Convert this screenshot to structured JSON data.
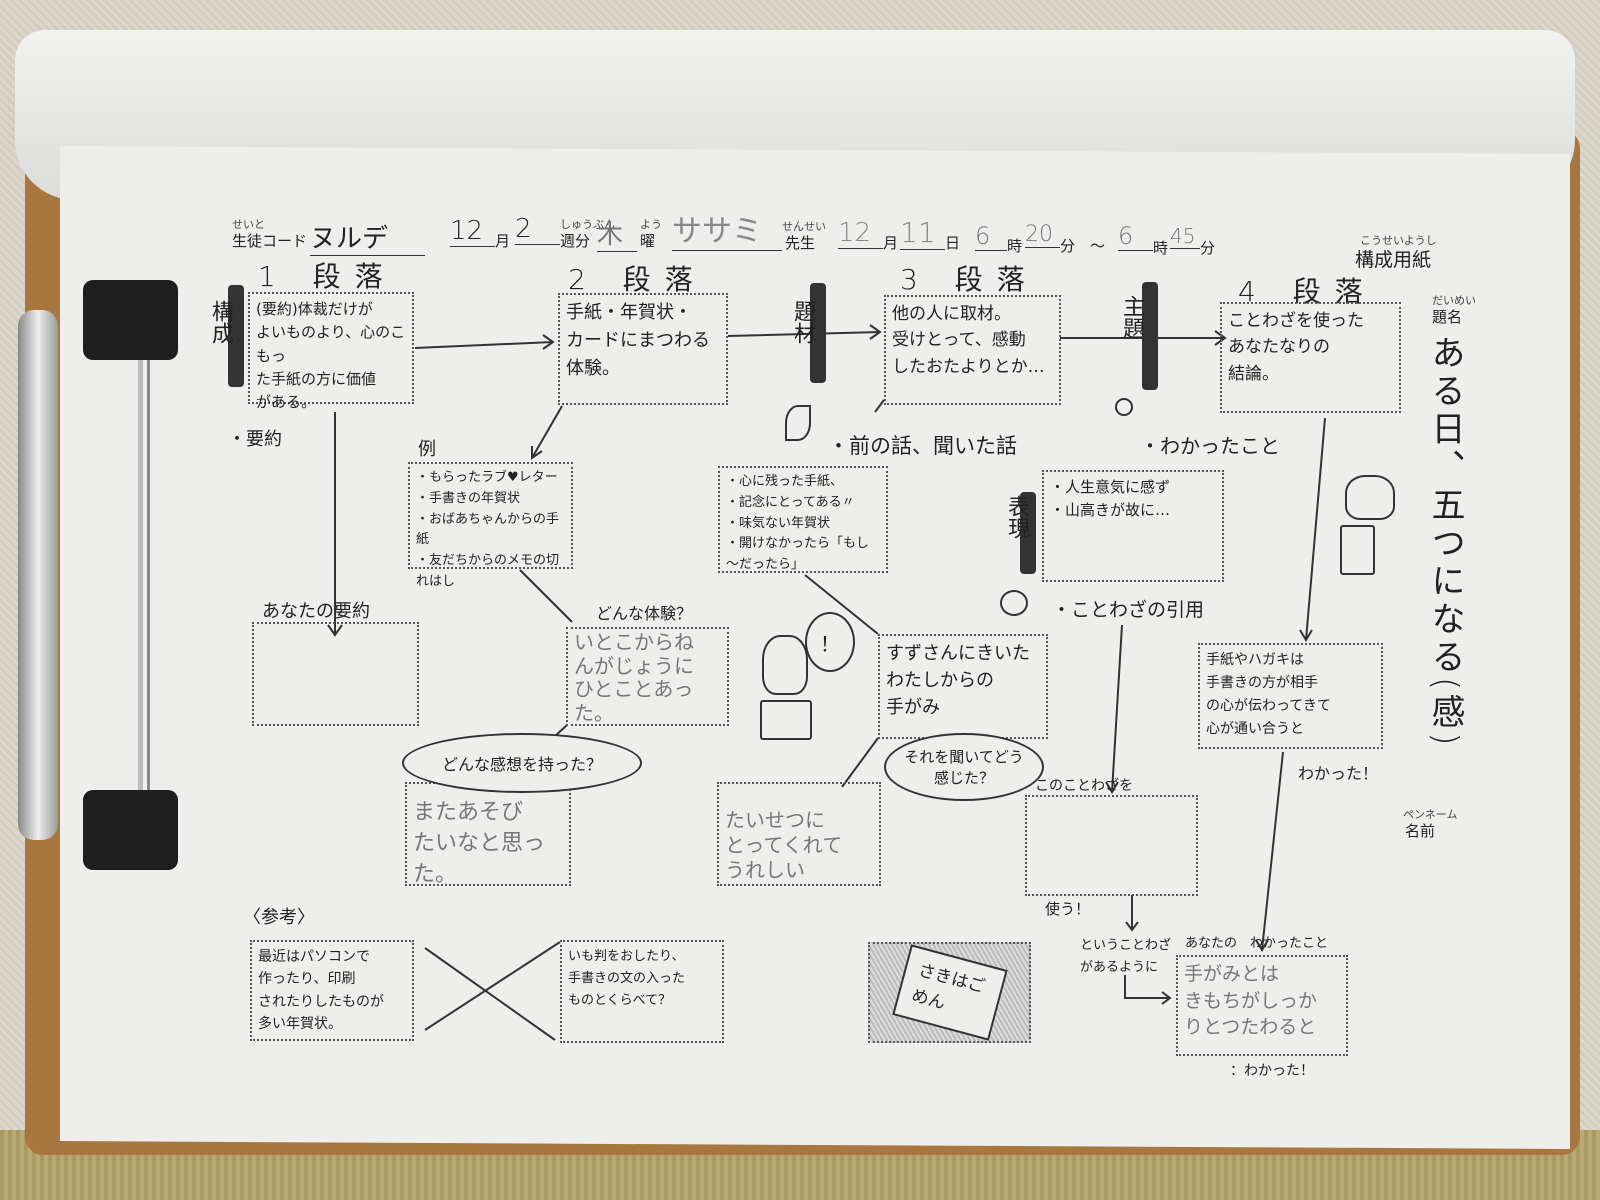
{
  "header": {
    "student_code_ruby": "せいと",
    "student_code_label": "生徒コード",
    "student_code_value": "ヌルデ",
    "month_value": "12",
    "month_label": "月",
    "week_value": "2",
    "week_ruby": "しゅうぶん",
    "week_label": "週分",
    "weekday_value": "木",
    "weekday_ruby": "よう",
    "weekday_label": "曜",
    "teacher_value": "ササミ",
    "teacher_ruby": "せんせい",
    "teacher_label": "先生",
    "date_month": "12",
    "date_month_label": "月",
    "date_day": "11",
    "date_day_label": "日",
    "start_hour": "6",
    "hour_label": "時",
    "start_min": "20",
    "min_label": "分",
    "tilde": "～",
    "end_hour": "6",
    "end_min": "45",
    "sheet_ruby": "こうせいようし",
    "sheet_title": "構成用紙"
  },
  "paragraphs": [
    {
      "heading": "1 段落",
      "text": "(要約)体裁だけが\nよいものより、心のこもっ\nた手紙の方に価値\nがある。"
    },
    {
      "heading": "2 段落",
      "text": "手紙・年賀状・\nカードにまつわる\n体験。"
    },
    {
      "heading": "3 段落",
      "text": "他の人に取材。\n受けとって、感動\nしたおたよりとか…"
    },
    {
      "heading": "4 段落",
      "text": "ことわざを使った\nあなたなりの\n結論。"
    }
  ],
  "tags": {
    "kousei": "構成",
    "daizai": "題材",
    "shudai": "主題",
    "hyougen": "表現"
  },
  "title_block": {
    "ruby": "だいめい",
    "label": "題名",
    "value": "ある日、五つになる(感)"
  },
  "labels": {
    "summary": "・要約",
    "example": "例",
    "prev_story": "・前の話、聞いた話",
    "learned": "・わかったこと",
    "proverb_quote": "・ことわざの引用",
    "your_summary": "あなたの要約",
    "what_experience": "どんな体験？",
    "reference": "〈参考〉",
    "this_proverb": "このことわざを",
    "use": "使う！",
    "like_proverb": "ということわざ\nがあるように",
    "your_learned": "あなたの　わかったこと",
    "understood1": "わかった！",
    "understood2": "：わかった！",
    "penname_ruby": "ペンネーム",
    "penname_label": "名前"
  },
  "boxes": {
    "examples": "・もらったラブ♥レター\n・手書きの年賀状\n・おばあちゃんからの手紙\n・友だちからのメモの切れはし",
    "prev": "・心に残った手紙、\n・記念にとってある〃\n・味気ない年賀状\n・開けなかったら「もし～だったら」",
    "learned": "・人生意気に感ず\n・山高きが故に…",
    "experience": "いとこからね\nんがじょうに\nひとことあっ\nた。",
    "interview": "すずさんにきいた\nわたしからの\n手がみ",
    "conclusion": "手紙やハガキは\n手書きの方が相手\nの心が伝わってきて\n心が通い合うと",
    "impression": "またあそび\nたいなと思った。",
    "felt": "たいせつに\nとってくれて\nうれしい",
    "ref1": "最近はパソコンで\n作ったり、印刷\nされたりしたものが\n多い年賀状。",
    "ref2": "いも判をおしたり、\n手書きの文の入った\nものとくらべて？",
    "sketch": "さきはごめん",
    "final": "手がみとは\nきもちがしっか\nりとつたわると"
  },
  "clouds": {
    "impression_q": "どんな感想を持った？",
    "felt_q": "それを聞いてどう\n感じた？",
    "exclaim": "！"
  }
}
